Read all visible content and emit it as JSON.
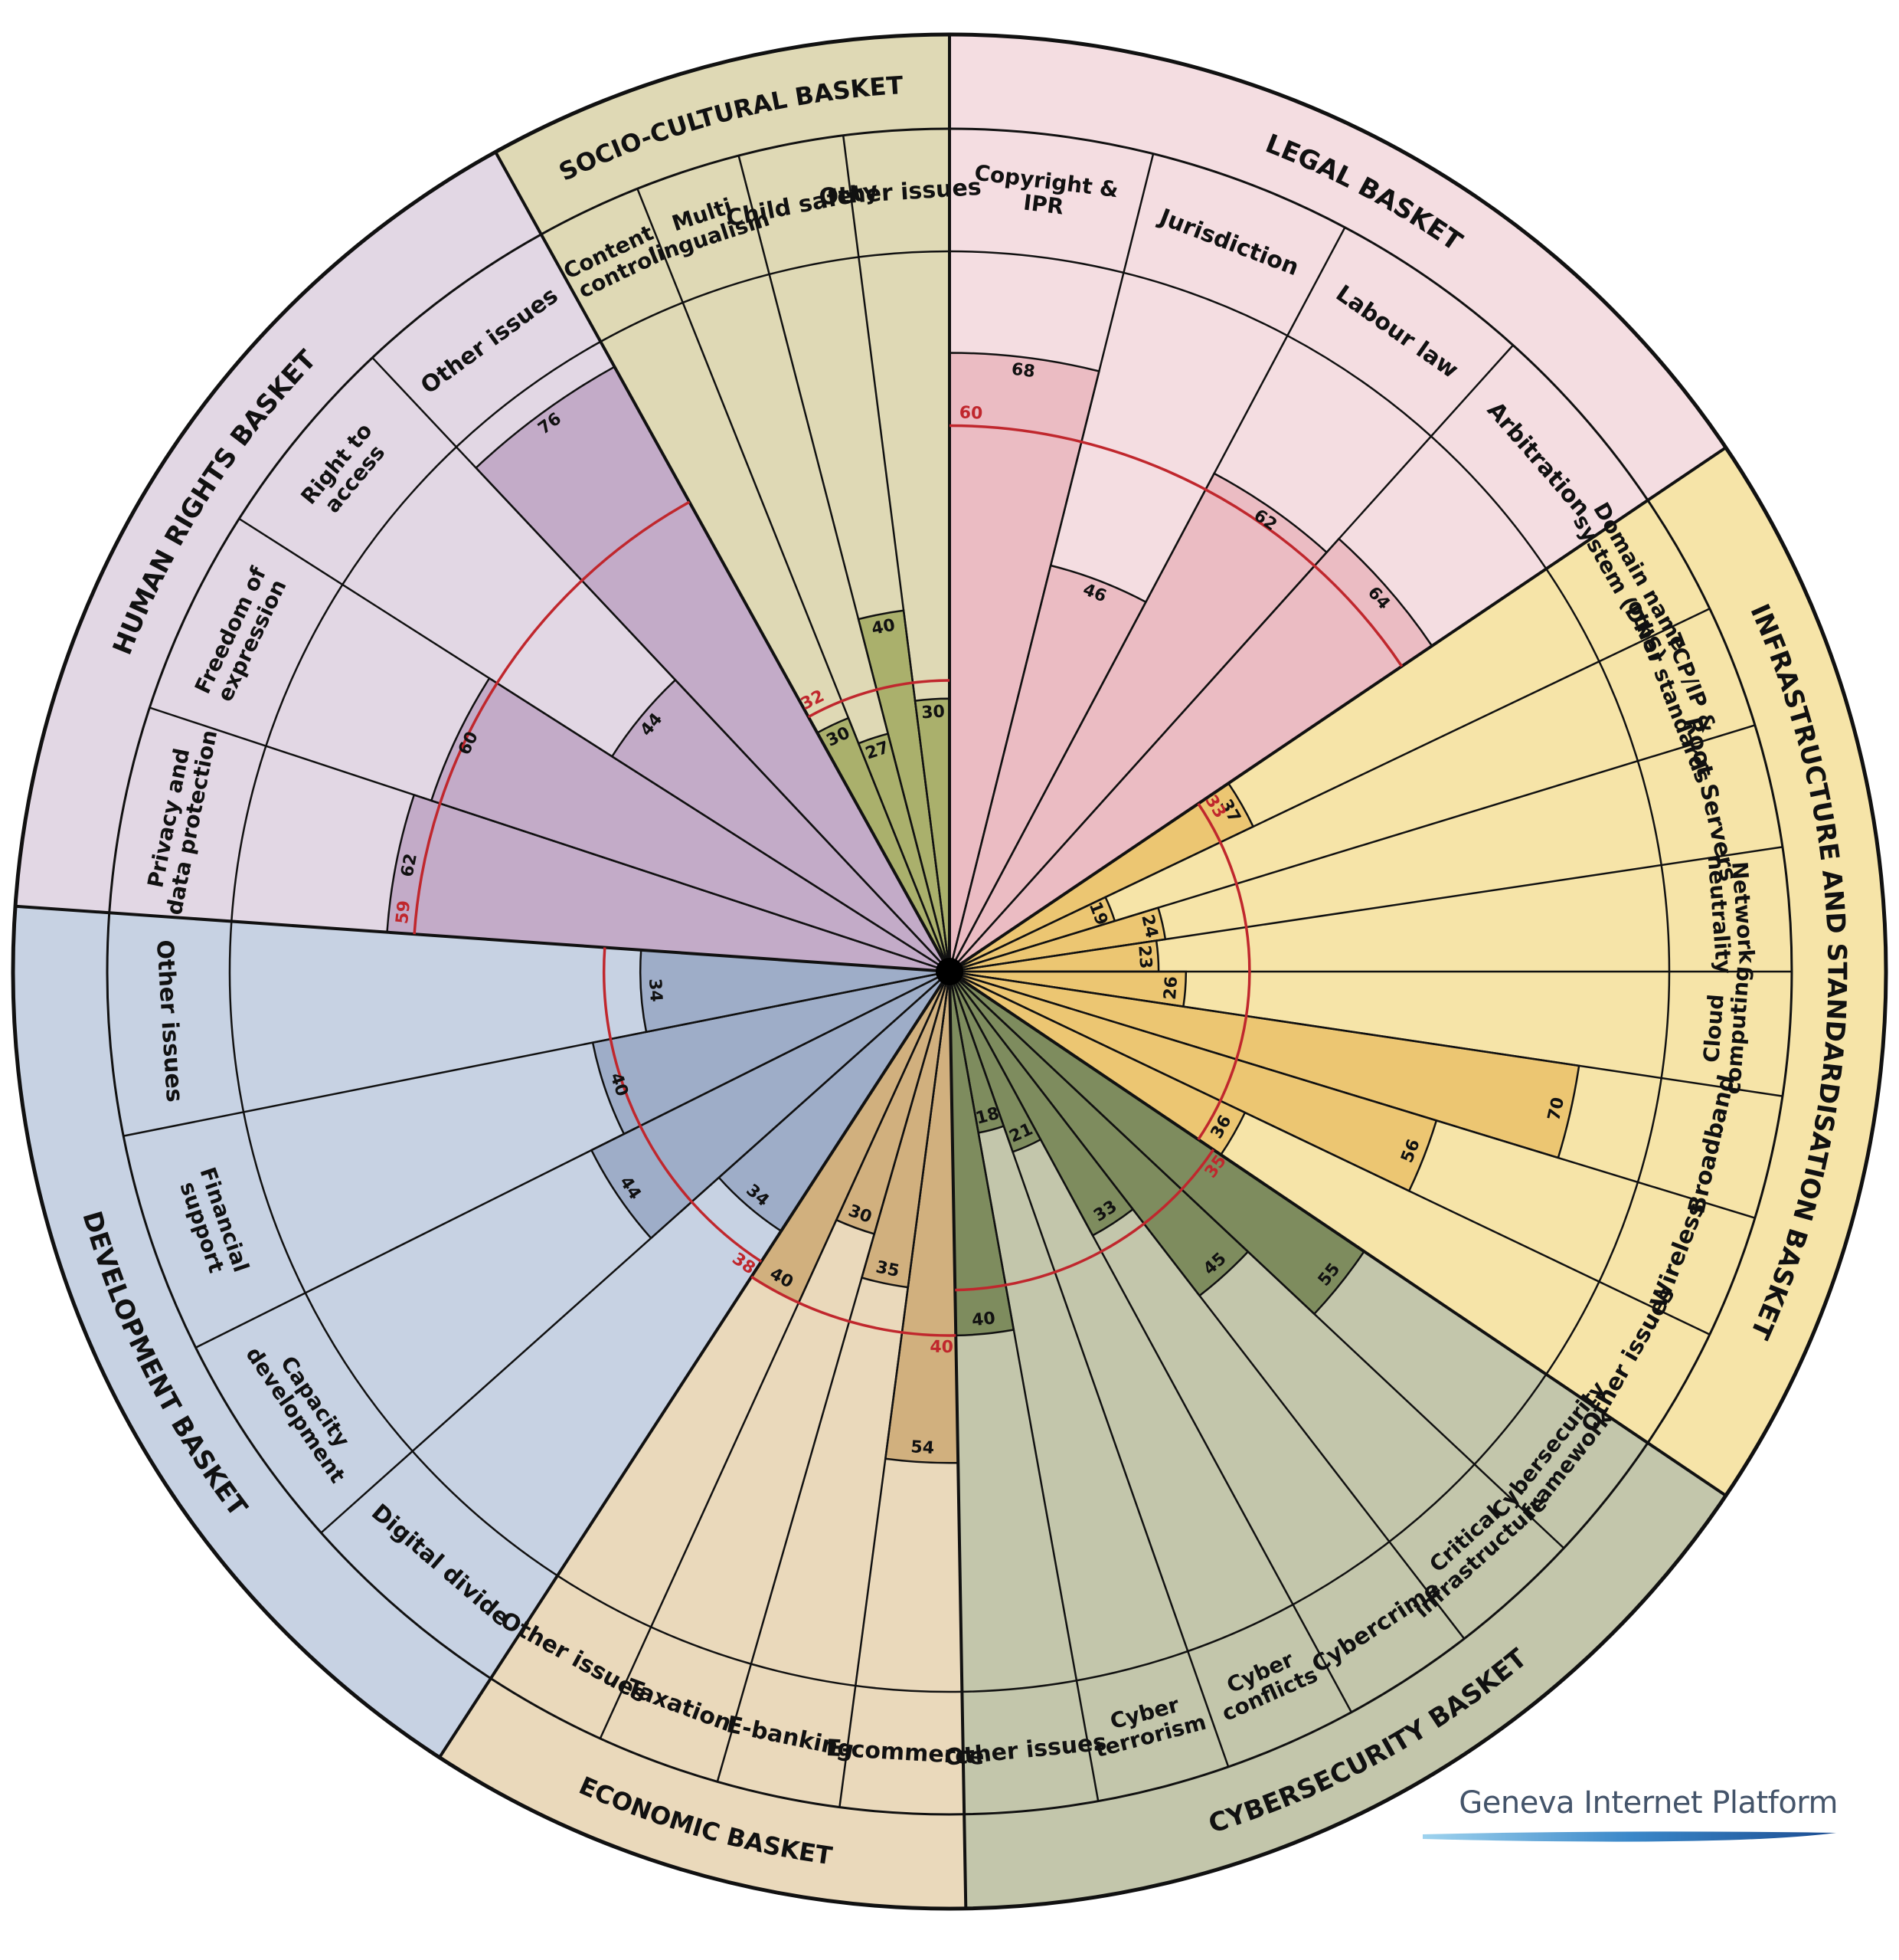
{
  "chart_data": {
    "type": "radial-bar",
    "title": "",
    "colors": {
      "center": "#000000",
      "average_ring": "#c0272d",
      "outline": "#111111"
    },
    "baskets": [
      {
        "name": "LEGAL BASKET",
        "average": 60,
        "color_bg": "#f4dde1",
        "color_bar": "#ebbcc3",
        "issues": [
          {
            "label": "Copyright & IPR",
            "value": 68
          },
          {
            "label": "Jurisdiction",
            "value": 46
          },
          {
            "label": "Labour law",
            "value": 62
          },
          {
            "label": "Arbitration",
            "value": 64
          }
        ]
      },
      {
        "name": "INFRASTRUCTURE AND STANDARDISATION BASKET",
        "average": 33,
        "color_bg": "#f6e4a8",
        "color_bar": "#ecc672",
        "issues": [
          {
            "label": "Domain name system (DNS)",
            "value": 37
          },
          {
            "label": "TCP/IP & other standards",
            "value": 19
          },
          {
            "label": "Root Servers",
            "value": 24
          },
          {
            "label": "Network neutrality",
            "value": 23
          },
          {
            "label": "Cloud computing",
            "value": 26
          },
          {
            "label": "Broadband",
            "value": 70
          },
          {
            "label": "Wireless",
            "value": 56
          },
          {
            "label": "Other issues",
            "value": 36
          }
        ]
      },
      {
        "name": "CYBERSECURITY BASKET",
        "average": 35,
        "color_bg": "#c3c6ab",
        "color_bar": "#7e8c5e",
        "issues": [
          {
            "label": "Cybersecurity framework",
            "value": 55
          },
          {
            "label": "Critical infrastructure",
            "value": 45
          },
          {
            "label": "Cybercrime",
            "value": 33
          },
          {
            "label": "Cyber conflicts",
            "value": 21
          },
          {
            "label": "Cyber terrorism",
            "value": 18
          },
          {
            "label": "Other issues",
            "value": 40
          }
        ]
      },
      {
        "name": "ECONOMIC BASKET",
        "average": 40,
        "color_bg": "#ead9bb",
        "color_bar": "#d1b07e",
        "issues": [
          {
            "label": "E-commerce",
            "value": 54
          },
          {
            "label": "E-banking",
            "value": 35
          },
          {
            "label": "Taxation",
            "value": 30
          },
          {
            "label": "Other issues",
            "value": 40
          }
        ]
      },
      {
        "name": "DEVELOPMENT BASKET",
        "average": 38,
        "color_bg": "#c7d2e3",
        "color_bar": "#9eadc8",
        "issues": [
          {
            "label": "Digital divide",
            "value": 34
          },
          {
            "label": "Capacity development",
            "value": 44
          },
          {
            "label": "Financial support",
            "value": 40
          },
          {
            "label": "Other issues",
            "value": 34
          }
        ]
      },
      {
        "name": "HUMAN RIGHTS BASKET",
        "average": 59,
        "color_bg": "#e2d7e4",
        "color_bar": "#c3abc8",
        "issues": [
          {
            "label": "Privacy and data protection",
            "value": 62
          },
          {
            "label": "Freedom of expression",
            "value": 60
          },
          {
            "label": "Right to access",
            "value": 44
          },
          {
            "label": "Other issues",
            "value": 76
          }
        ]
      },
      {
        "name": "SOCIO-CULTURAL BASKET",
        "average": 32,
        "color_bg": "#dfd9b5",
        "color_bar": "#aab06c",
        "issues": [
          {
            "label": "Content control",
            "value": 30
          },
          {
            "label": "Multi lingualism",
            "value": 27
          },
          {
            "label": "Child safety",
            "value": 40
          },
          {
            "label": "Other issues",
            "value": 30
          }
        ]
      }
    ]
  },
  "brand": {
    "name": "Geneva Internet Platform"
  }
}
